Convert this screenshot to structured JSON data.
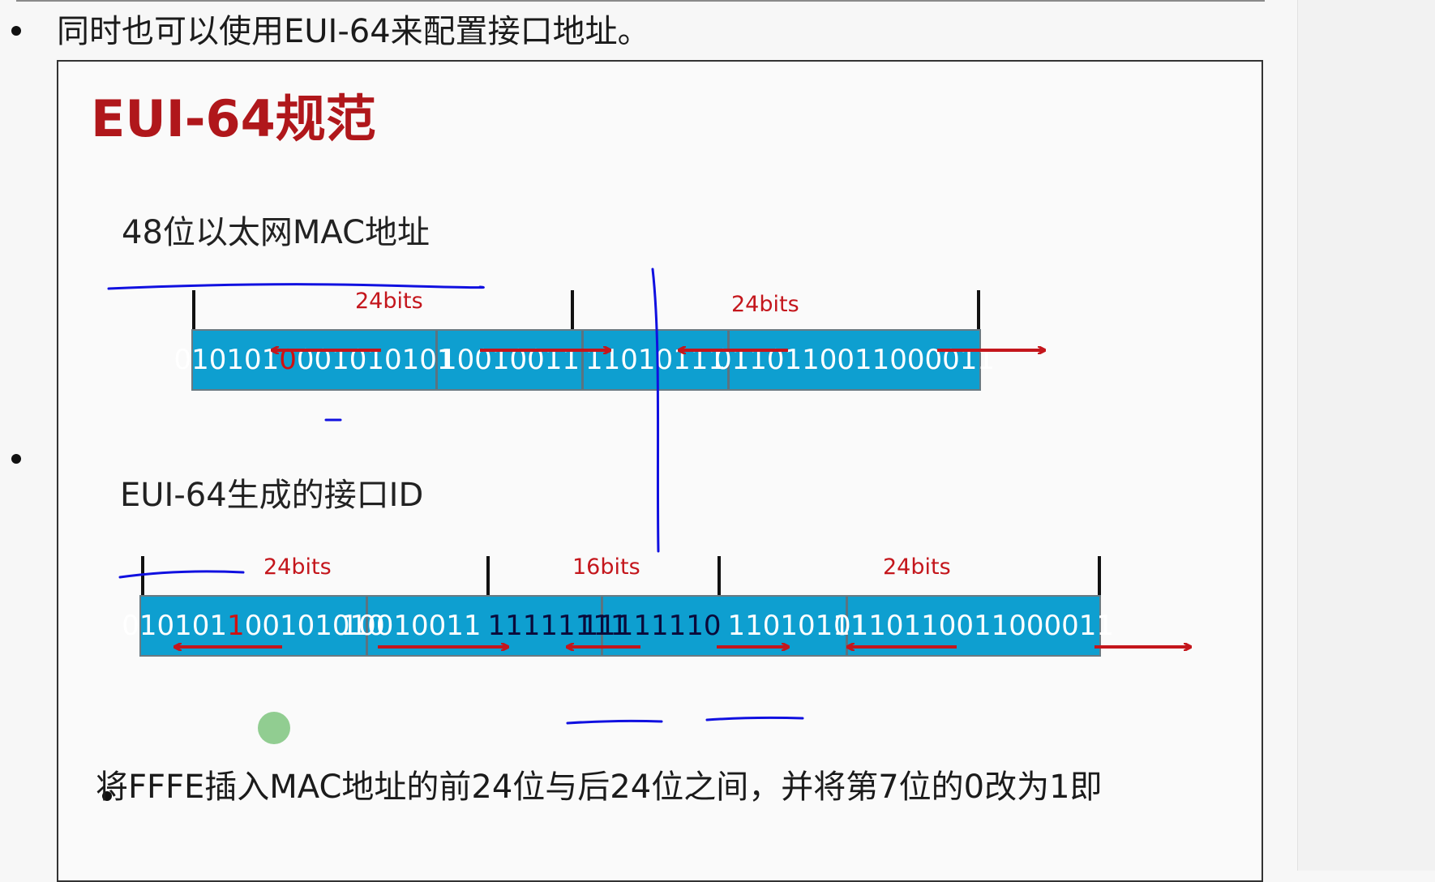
{
  "intro": {
    "text": "同时也可以使用EUI-64来配置接口地址。"
  },
  "slide": {
    "title": "EUI-64规范",
    "mac_heading": "48位以太网MAC地址",
    "eui_heading": "EUI-64生成的接口ID",
    "note": "将FFFE插入MAC地址的前24位与后24位之间，并将第7位的0改为1即"
  },
  "mac": {
    "labels": {
      "left": "24bits",
      "right": "24bits"
    },
    "seg1": {
      "before": "010101",
      "bit": "0",
      "after": "001010101"
    },
    "seg2": "10010011",
    "seg3": "11010111",
    "seg4": "0110110011000011"
  },
  "eui": {
    "labels": {
      "left": "24bits",
      "middle": "16bits",
      "right": "24bits"
    },
    "seg1": {
      "before": "010101",
      "bit": "1",
      "after": "00101010"
    },
    "seg2": {
      "a": "10010011",
      "b": "11111111"
    },
    "seg3": {
      "a": "11111110",
      "b": "11010111"
    },
    "seg4": "0110110011000011"
  },
  "colors": {
    "bar_fill": "#0e9fd0",
    "label_red": "#c4161c",
    "title_red": "#b0171b",
    "pen_blue": "#1010e0",
    "marker_green": "#3aa83a"
  }
}
